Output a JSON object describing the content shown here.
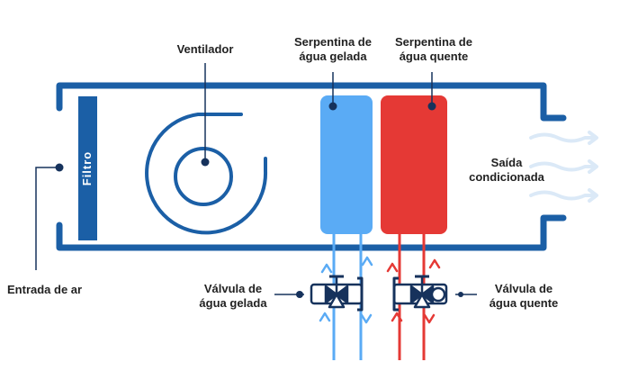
{
  "labels": {
    "fan": "Ventilador",
    "chilled_coil_line1": "Serpentina de",
    "chilled_coil_line2": "água gelada",
    "hot_coil_line1": "Serpentina de",
    "hot_coil_line2": "água quente",
    "outlet_line1": "Saída",
    "outlet_line2": "condicionada",
    "air_inlet": "Entrada de ar",
    "chilled_valve_line1": "Válvula de",
    "chilled_valve_line2": "água gelada",
    "hot_valve_line1": "Válvula de",
    "hot_valve_line2": "água quente",
    "filter": "Filtro"
  },
  "colors": {
    "duct": "#1b5fa6",
    "chilled": "#5aabf5",
    "hot": "#e53935",
    "leader": "#16325c",
    "outlet_arrows": "#dbe9f7"
  }
}
